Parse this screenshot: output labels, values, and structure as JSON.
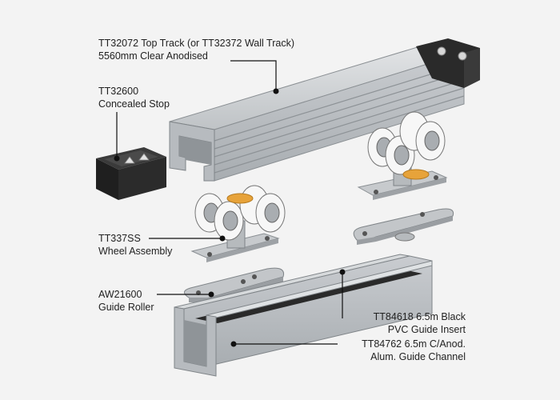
{
  "labels": {
    "top_track": {
      "line1": "TT32072 Top Track (or TT32372 Wall Track)",
      "line2": "5560mm Clear Anodised"
    },
    "stop": {
      "line1": "TT32600",
      "line2": "Concealed Stop"
    },
    "wheel": {
      "line1": "TT337SS",
      "line2": "Wheel Assembly"
    },
    "guide_roller": {
      "line1": "AW21600",
      "line2": "Guide Roller"
    },
    "guide_insert": {
      "line1": "TT84618 6.5m Black",
      "line2": "PVC Guide Insert"
    },
    "guide_channel": {
      "line1": "TT84762 6.5m C/Anod.",
      "line2": "Alum. Guide Channel"
    }
  },
  "colors": {
    "background": "#f3f3f3",
    "aluminium": "#c9cccf",
    "aluminium_dark": "#9ea2a6",
    "black_part": "#2a2a2a",
    "brass": "#e7a33a",
    "wheel_white": "#f7f7f7"
  }
}
